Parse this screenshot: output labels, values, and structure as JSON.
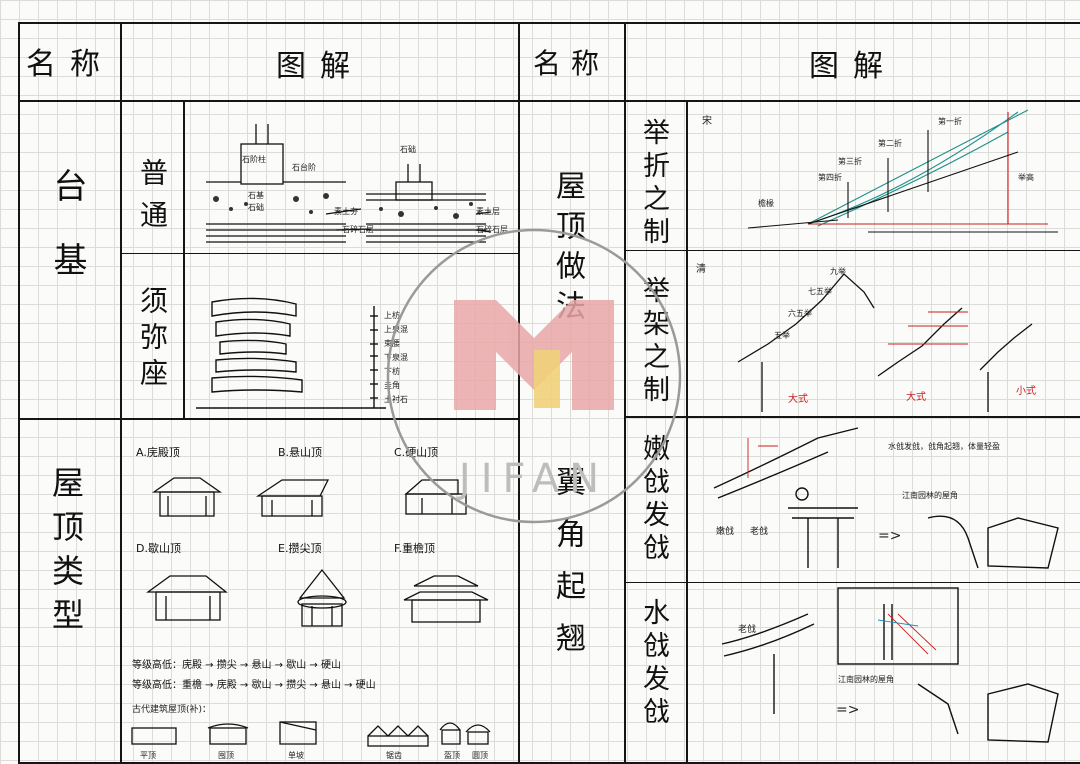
{
  "headers": {
    "name_left": "名称",
    "diagram_left": "图解",
    "name_right": "名称",
    "diagram_right": "图解"
  },
  "left": {
    "taiji": {
      "title": "台基",
      "putong": {
        "label": "普通",
        "notes": [
          "石阶柱",
          "石台阶",
          "石基",
          "石础",
          "素土夯",
          "石碎石层",
          "石础",
          "素土层",
          "石碎石层"
        ]
      },
      "xumizuo": {
        "label": "须弥座",
        "notes": [
          "上枋",
          "上泉混",
          "束腰",
          "下泉混",
          "下枋",
          "圭角",
          "土衬石"
        ]
      }
    },
    "roof_types": {
      "title": "屋顶类型",
      "items": [
        {
          "letter": "A.",
          "name": "庑殿顶"
        },
        {
          "letter": "B.",
          "name": "悬山顶"
        },
        {
          "letter": "C.",
          "name": "硬山顶"
        },
        {
          "letter": "D.",
          "name": "歇山顶"
        },
        {
          "letter": "E.",
          "name": "攒尖顶"
        },
        {
          "letter": "F.",
          "name": "重檐顶"
        }
      ],
      "rank_line1": "等级高低：庑殿 → 攒尖 → 悬山 → 歇山 → 硬山",
      "rank_line2": "等级高低：重檐 → 庑殿 → 歇山 → 攒尖 → 悬山 → 硬山",
      "subtitle": "古代建筑屋顶(补)：",
      "bottom_labels": [
        "平顶",
        "囤顶",
        "单坡",
        "锯齿",
        "盔顶",
        "圆顶"
      ]
    }
  },
  "right": {
    "roof_method": {
      "title": "屋顶做法",
      "juzhe": {
        "label": "举折之制",
        "era": "宋",
        "notes": [
          "第一折",
          "第二折",
          "第三折",
          "第四折",
          "檐椽",
          "举高"
        ]
      },
      "jujia": {
        "label": "举架之制",
        "era": "清",
        "notes": [
          "五举",
          "六五举",
          "七五举",
          "九举",
          "大式",
          "小式"
        ],
        "red_label": "大式"
      }
    },
    "corner": {
      "title": "翼角起翘",
      "nenqiang": {
        "label": "嫩戗发戗",
        "notes": [
          "嫩戗",
          "老戗",
          "江南园林的屋角",
          "水戗发戗，戗角起翘，体量轻盈"
        ],
        "arrow": "=>"
      },
      "shuiqiang": {
        "label": "水戗发戗",
        "notes": [
          "老戗",
          "江南园林的屋角"
        ],
        "arrow": "=>"
      }
    }
  },
  "watermark": {
    "text": "JIFAN"
  }
}
